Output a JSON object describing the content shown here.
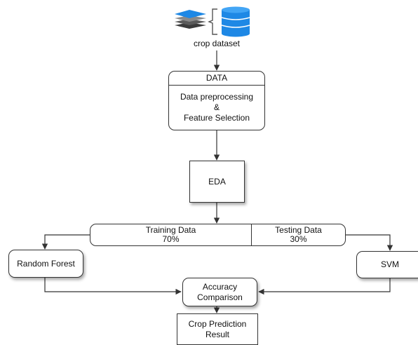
{
  "source": {
    "label": "crop dataset",
    "icon": "database-layers-icon",
    "accent": "#1e88e5"
  },
  "data_box": {
    "header": "DATA",
    "line1": "Data preprocessing",
    "line2": "&",
    "line3": "Feature Selection"
  },
  "eda": {
    "label": "EDA"
  },
  "split": {
    "training": {
      "label": "Training Data",
      "pct": "70%"
    },
    "testing": {
      "label": "Testing Data",
      "pct": "30%"
    }
  },
  "models": {
    "rf": "Random Forest",
    "svm": "SVM"
  },
  "accuracy": {
    "line1": "Accuracy",
    "line2": "Comparison"
  },
  "result": {
    "line1": "Crop Prediction",
    "line2": "Result"
  }
}
